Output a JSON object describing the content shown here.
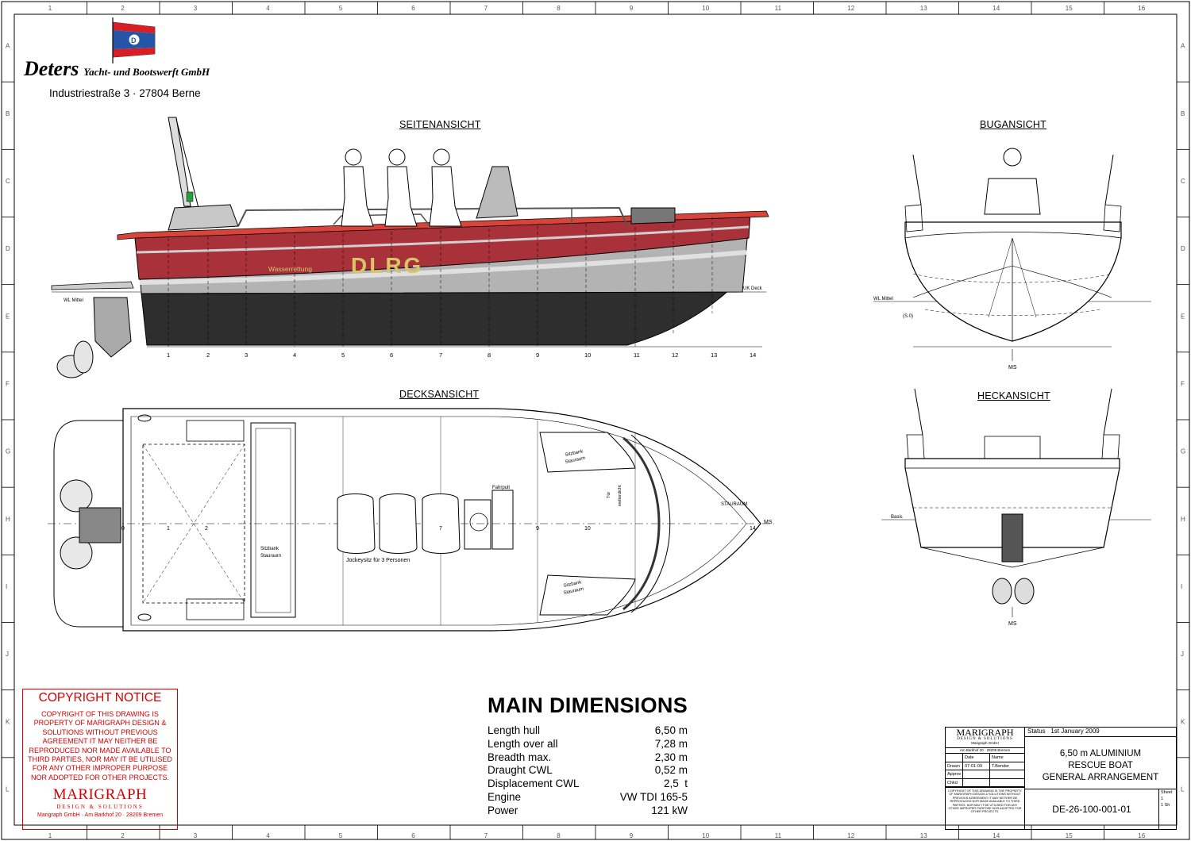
{
  "sheet": {
    "col_numbers": [
      "1",
      "2",
      "3",
      "4",
      "5",
      "6",
      "7",
      "8",
      "9",
      "10",
      "11",
      "12",
      "13",
      "14",
      "15",
      "16"
    ],
    "row_letters": [
      "A",
      "B",
      "C",
      "D",
      "E",
      "F",
      "G",
      "H",
      "I",
      "J",
      "K",
      "L"
    ]
  },
  "header": {
    "company_name": "Deters",
    "company_suffix": "Yacht- und Bootswerft GmbH",
    "address": "Industriestraße 3 · 27804 Berne",
    "flag_letter": "D"
  },
  "views": {
    "side": "SEITENANSICHT",
    "bow": "BUGANSICHT",
    "deck": "DECKSANSICHT",
    "stern": "HECKANSICHT"
  },
  "side_view": {
    "dlrg": "DLRG",
    "wasserrettung": "Wasserrettung",
    "wl_mittel": "WL Mittel",
    "uk_deck": "UK Deck",
    "frame_numbers": [
      "1",
      "2",
      "3",
      "4",
      "5",
      "6",
      "7",
      "8",
      "9",
      "10",
      "11",
      "12",
      "13",
      "14"
    ]
  },
  "bow_view": {
    "wl_mittel": "WL Mittel",
    "s0": "(S.0)",
    "ms": "MS"
  },
  "stern_view": {
    "basis": "Basis",
    "ms": "MS"
  },
  "deck_view": {
    "fahrpult": "Fahrpult",
    "sitzbank1": "Sitzbank",
    "stauraum1": "Stauraum",
    "sitzbank2": "Sitzbank",
    "stauraum2": "Stauraum",
    "sitzbank3": "Sitzbank",
    "stauraum3": "Stauraum",
    "jockeysitz": "Jockeysitz für 3 Personen",
    "tuer": "Tür",
    "wetterdicht": "wetterdicht",
    "stauraum_bow": "STAURAUM",
    "ms": "MS",
    "frame_numbers": [
      "0",
      "1",
      "2",
      "7",
      "9",
      "10",
      "14"
    ]
  },
  "copyright": {
    "title": "COPYRIGHT NOTICE",
    "text": "COPYRIGHT OF THIS DRAWING IS PROPERTY OF MARIGRAPH DESIGN & SOLUTIONS WITHOUT PREVIOUS AGREEMENT IT MAY NEITHER BE REPRODUCED NOR MADE AVAILABLE TO THIRD PARTIES, NOR MAY IT BE UTILISED FOR ANY OTHER IMPROPER PURPOSE NOR ADOPTED FOR OTHER PROJECTS.",
    "logo": "MARIGRAPH",
    "logo_sub": "DESIGN & SOLUTIONS",
    "address": "Marigraph GmbH · Am Barkhof 20 · 28209 Bremen"
  },
  "main_dimensions": {
    "title": "MAIN DIMENSIONS",
    "rows": [
      {
        "label": "Length hull",
        "value": "6,50 m"
      },
      {
        "label": "Length over all",
        "value": "7,28 m"
      },
      {
        "label": "Breadth max.",
        "value": "2,30 m"
      },
      {
        "label": "Draught CWL",
        "value": "0,52 m"
      },
      {
        "label": "Displacement CWL",
        "value": "2,5  t"
      },
      {
        "label": "Engine",
        "value": "VW TDI 165-5"
      },
      {
        "label": "Power",
        "value": "121 kW"
      }
    ]
  },
  "title_block": {
    "logo": "MARIGRAPH",
    "logo_sub": "DESIGN & SOLUTIONS",
    "company": "Marigraph GmbH",
    "address": "Am Barkhof 20 · 28209 Bremen",
    "status_label": "Status",
    "status_value": "1st January 2009",
    "date_header": "Date",
    "name_header": "Name",
    "drawn_label": "Drawn",
    "drawn_date": "07-01-09",
    "drawn_name": "T.Bender",
    "approv_label": "Approv",
    "chkd_label": "Chkd",
    "title_line1": "6,50 m ALUMINIUM",
    "title_line2": "RESCUE BOAT",
    "title_line3": "GENERAL ARRANGEMENT",
    "copyright_small": "COPYRIGHT OF THIS DRAWING IS THE PROPERTY OF MARIGRAPH DESIGN & SOLUTIONS WITHOUT PREVIOUS AGREEMENT IT MAY NEITHER BE REPRODUCED NOR MADE AVAILABLE TO THIRD PARTIES, NOR MAY IT BE UTILISED FOR ANY OTHER IMPROPER PURPOSE NOR ADOPTED FOR OTHER PROJECTS.",
    "drawing_number": "DE-26-100-001-01",
    "sheet_label": "Sheet",
    "sheet_no": "1",
    "sheet_of": "1 Sh"
  }
}
